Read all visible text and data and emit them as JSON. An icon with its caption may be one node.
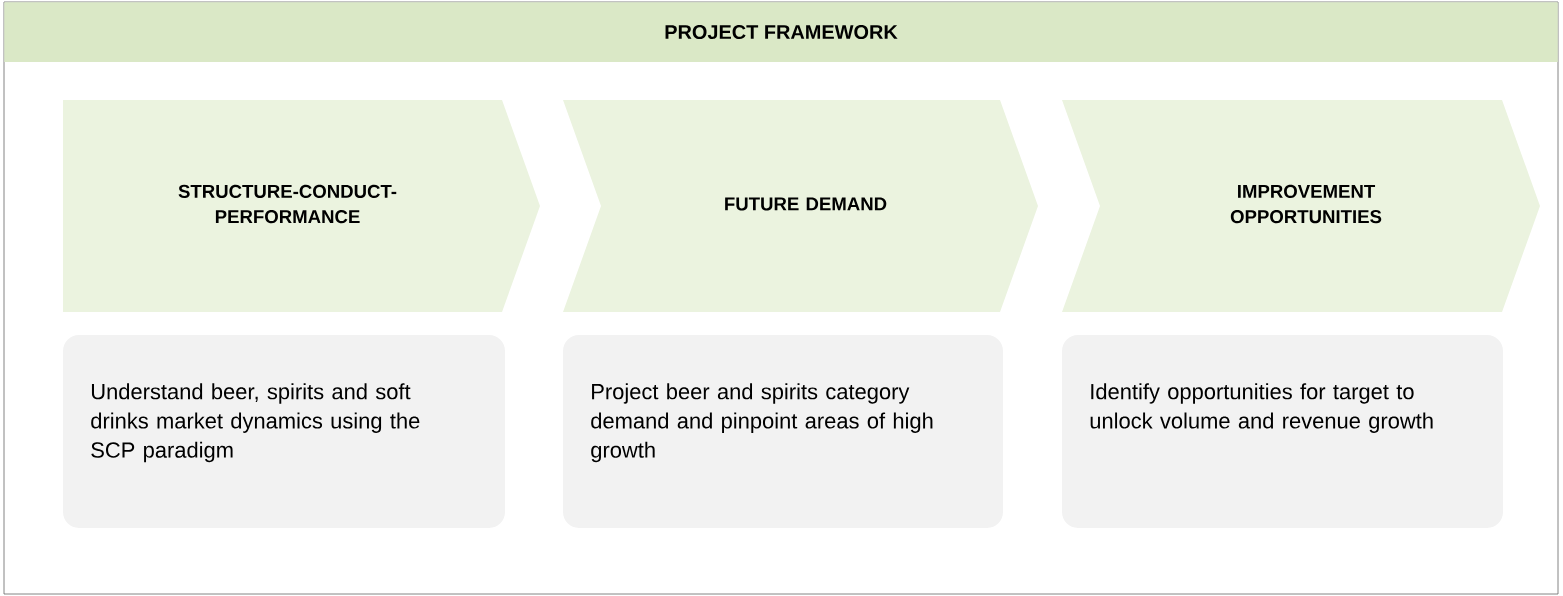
{
  "diagram": {
    "title": "PROJECT FRAMEWORK",
    "nodes": [
      {
        "text": [
          "STRUCTURE-CONDUCT-PERFORMANCE"
        ]
      },
      {
        "text": [
          "FUTURE DEMAND"
        ]
      },
      {
        "text": [
          "IMPROVEMENT OPPORTUNITIES"
        ]
      },
      {
        "text": [
          "Understand beer, spirits and soft drinks market dynamics using the SCP paradigm"
        ]
      },
      {
        "text": [
          "Project beer and spirits category demand and pinpoint areas of high growth"
        ]
      },
      {
        "text": [
          "Identify opportunities for target to unlock volume and revenue growth"
        ]
      }
    ]
  }
}
